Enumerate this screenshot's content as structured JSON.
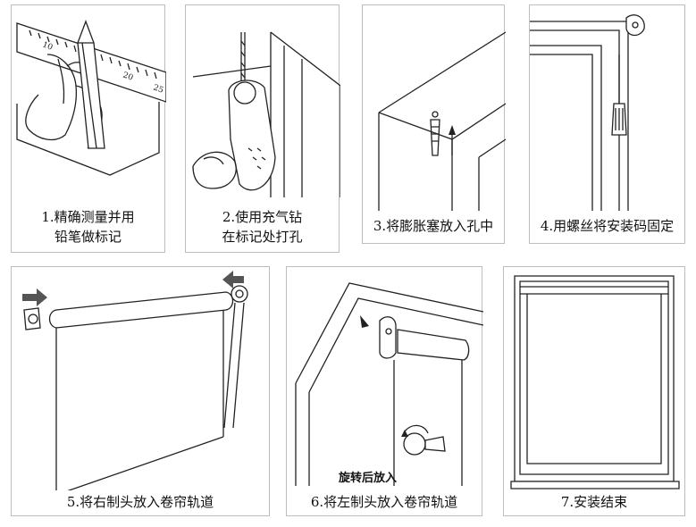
{
  "steps": [
    {
      "line1": "1.精确测量并用",
      "line2": "铅笔做标记"
    },
    {
      "line1": "2.使用充气钻",
      "line2": "在标记处打孔"
    },
    {
      "line1": "3.将膨胀塞放入孔中"
    },
    {
      "line1": "4.用螺丝将安装码固定"
    },
    {
      "line1": "5.将右制头放入卷帘轨道"
    },
    {
      "line1": "6.将左制头放入卷帘轨道",
      "annotation": "旋转后放入"
    },
    {
      "line1": "7.安装结束"
    }
  ],
  "ruler": {
    "marks": [
      "10",
      "20",
      "25"
    ]
  },
  "colors": {
    "line": "#222222",
    "border": "#bdbdbd",
    "arrow": "#555555"
  },
  "icons": [
    "hand-pencil-illustration",
    "drill-illustration",
    "wall-plug-illustration",
    "screwdriver-illustration",
    "roller-blind-illustration",
    "end-cap-illustration",
    "finished-blind-illustration"
  ]
}
